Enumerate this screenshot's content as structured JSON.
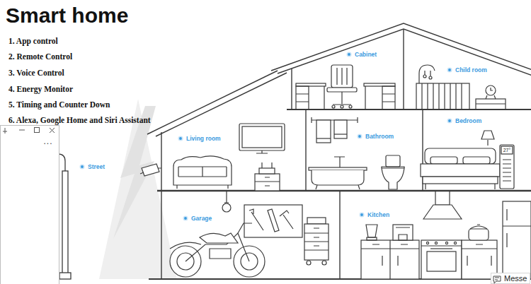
{
  "diagram": {
    "title": "Smart home",
    "nodes": [
      {
        "text": [
          "Messe"
        ]
      }
    ],
    "labels": [
      "1. App control",
      "2. Remote Control",
      "3. Voice Control",
      "4. Energy Monitor",
      "5. Timing and Counter Down",
      "6. Alexa, Google Home and Siri Assistant",
      "Cabinet",
      "Child room",
      "Bedroom",
      "Bathroom",
      "Living room",
      "Street",
      "Kitchen",
      "Garage",
      "27°",
      "..."
    ]
  }
}
